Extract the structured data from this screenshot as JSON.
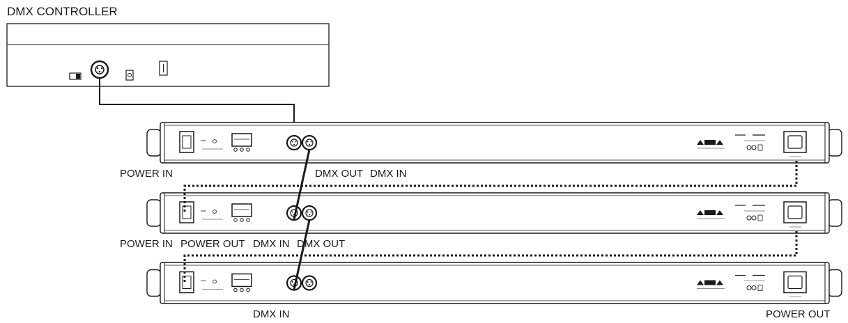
{
  "controller": {
    "title": "DMX CONTROLLER"
  },
  "fixtures": [
    {
      "labels": {
        "power_in": "POWER IN",
        "dmx_out": "DMX OUT",
        "dmx_in": "DMX IN"
      }
    },
    {
      "labels": {
        "power_in": "POWER IN",
        "power_out": "POWER OUT",
        "dmx_in": "DMX IN",
        "dmx_out": "DMX OUT"
      }
    },
    {
      "labels": {
        "dmx_in": "DMX IN",
        "power_out": "POWER OUT"
      }
    }
  ],
  "colors": {
    "line": "#1a1a1a",
    "fill": "#ffffff",
    "panel": "#f4f4f4"
  }
}
